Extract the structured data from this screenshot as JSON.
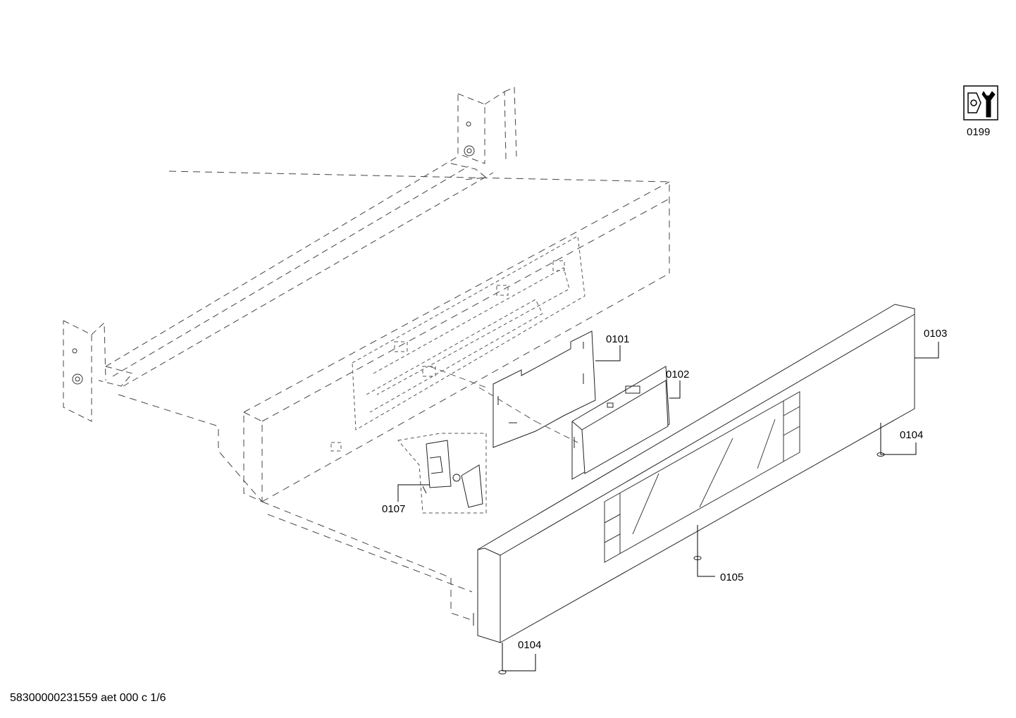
{
  "callouts": {
    "c0101": "0101",
    "c0102": "0102",
    "c0103": "0103",
    "c0104_right": "0104",
    "c0104_bottom": "0104",
    "c0105": "0105",
    "c0107": "0107",
    "c0199": "0199"
  },
  "footer": {
    "doc_code": "58300000231559 aet 000 c 1/6"
  },
  "icons": {
    "tool": "service-tool-icon"
  }
}
